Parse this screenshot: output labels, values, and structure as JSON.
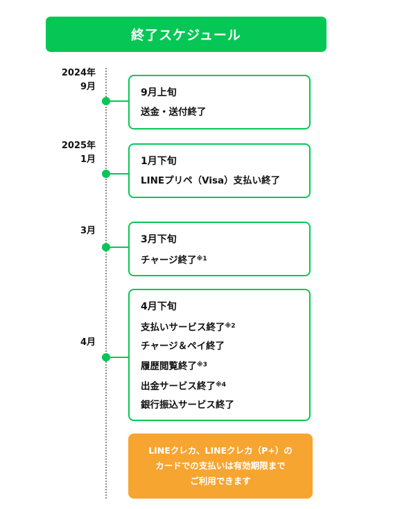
{
  "header": {
    "title": "終了スケジュール"
  },
  "dates": {
    "d1": [
      "2024年",
      "9月"
    ],
    "d2": [
      "2025年",
      "1月"
    ],
    "d3": [
      "3月"
    ],
    "d4": [
      "4月"
    ]
  },
  "cards": [
    {
      "title": "9月上旬",
      "items": [
        {
          "text": "送金・送付終了",
          "note": ""
        }
      ]
    },
    {
      "title": "1月下旬",
      "items": [
        {
          "text": "LINEプリペ（Visa）支払い終了",
          "note": ""
        }
      ]
    },
    {
      "title": "3月下旬",
      "items": [
        {
          "text": "チャージ終了",
          "note": "※1"
        }
      ]
    },
    {
      "title": "4月下旬",
      "items": [
        {
          "text": "支払いサービス終了",
          "note": "※2"
        },
        {
          "text": "チャージ＆ペイ終了",
          "note": ""
        },
        {
          "text": "履歴閲覧終了",
          "note": "※3"
        },
        {
          "text": "出金サービス終了",
          "note": "※4"
        },
        {
          "text": "銀行振込サービス終了",
          "note": ""
        }
      ]
    }
  ],
  "note": {
    "lines": [
      "LINEクレカ、LINEクレカ（P+）の",
      "カードでの支払いは有効期限まで",
      "ご利用できます"
    ]
  },
  "colors": {
    "green": "#06c755",
    "orange": "#f7a531"
  }
}
